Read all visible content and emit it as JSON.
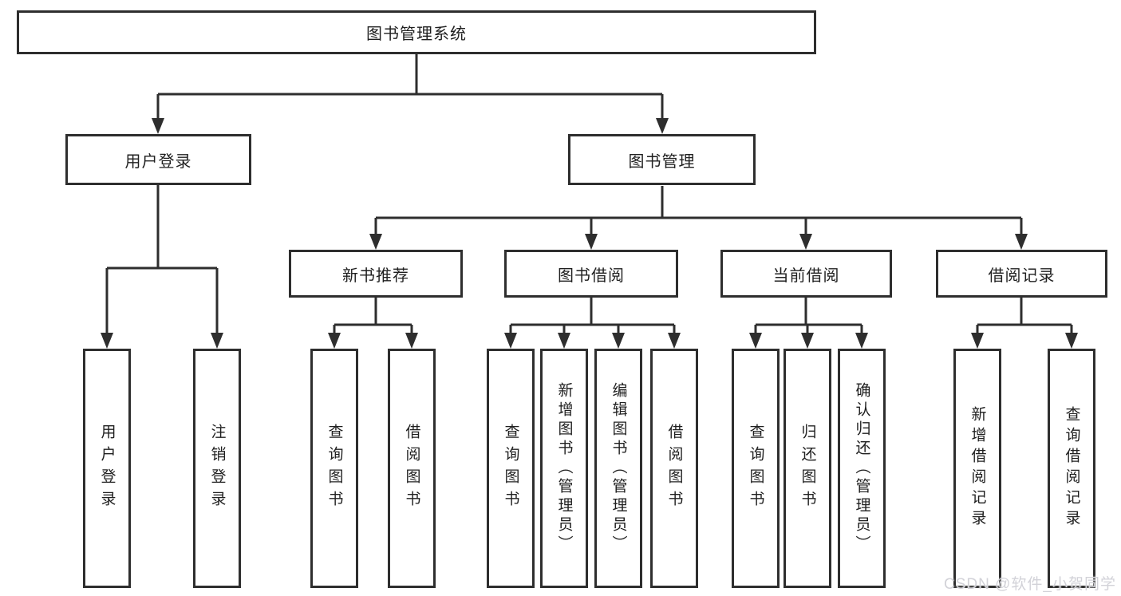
{
  "diagram": {
    "root": {
      "label": "图书管理系统"
    },
    "level2": {
      "user_login": {
        "label": "用户登录"
      },
      "book_management": {
        "label": "图书管理"
      }
    },
    "level3": {
      "new_book_recommend": {
        "label": "新书推荐"
      },
      "book_borrow": {
        "label": "图书借阅"
      },
      "current_borrow": {
        "label": "当前借阅"
      },
      "borrow_records": {
        "label": "借阅记录"
      }
    },
    "leaves": {
      "user_login": {
        "label": "用户登录"
      },
      "logout": {
        "label": "注销登录"
      },
      "recommend_query_books": {
        "label": "查询图书"
      },
      "recommend_borrow_books": {
        "label": "借阅图书"
      },
      "borrow_query_books": {
        "label": "查询图书"
      },
      "borrow_add_books": {
        "label": "新增图书（管理员）"
      },
      "borrow_edit_books": {
        "label": "编辑图书（管理员）"
      },
      "borrow_borrow_books": {
        "label": "借阅图书"
      },
      "current_query_books": {
        "label": "查询图书"
      },
      "current_return_books": {
        "label": "归还图书"
      },
      "current_confirm_return": {
        "label": "确认归还（管理员）"
      },
      "records_add_record": {
        "label": "新增借阅记录"
      },
      "records_query_record": {
        "label": "查询借阅记录"
      }
    }
  },
  "watermark": {
    "text": "CSDN @软件_小贺同学"
  },
  "colors": {
    "line": "#2e2e2e",
    "text": "#1f1f1f",
    "background": "#ffffff",
    "watermark": "#d2d2d8"
  }
}
